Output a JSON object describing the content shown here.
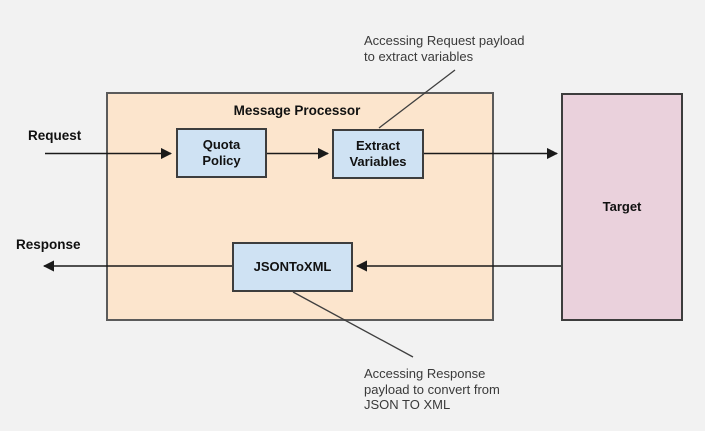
{
  "container": {
    "label": "Message Processor"
  },
  "nodes": {
    "quota": {
      "label": "Quota\nPolicy"
    },
    "extract": {
      "label": "Extract\nVariables"
    },
    "jsontoxml": {
      "label": "JSONToXML"
    },
    "target": {
      "label": "Target"
    }
  },
  "flow": {
    "request_label": "Request",
    "response_label": "Response"
  },
  "annotations": {
    "request": "Accessing Request payload\nto extract variables",
    "response": "Accessing Response\npayload to convert from\nJSON TO XML"
  },
  "colors": {
    "background": "#f2f2f2",
    "processor_fill": "#fce5cd",
    "policy_fill": "#cfe2f3",
    "target_fill": "#ead1dc",
    "box_border": "#3d3d3d",
    "container_border": "#5b5b5b",
    "arrow_line": "#1a1a1a",
    "annotation_text": "#3a3a3a"
  }
}
